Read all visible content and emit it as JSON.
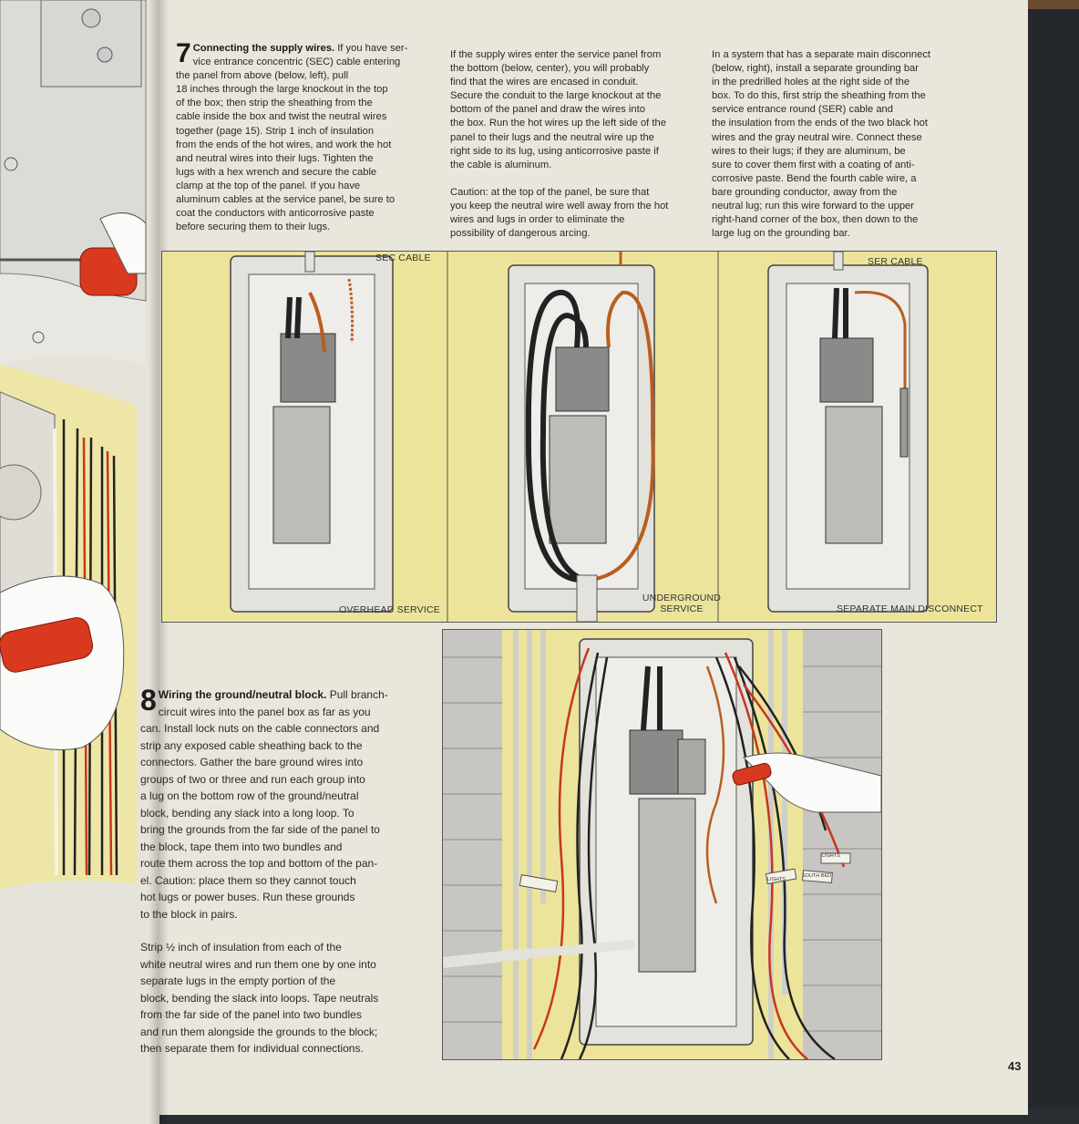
{
  "step7": {
    "number": "7",
    "title": "Connecting the supply wires.",
    "col1": [
      "If you have ser-",
      "vice entrance concentric (SEC) cable entering",
      "the panel from above (below, left), pull",
      "18 inches through the large knockout in the top",
      "of the box; then strip the sheathing from the",
      "cable inside the box and twist the neutral wires",
      "together (page 15). Strip 1 inch of insulation",
      "from the ends of the hot wires, and work the hot",
      "and neutral wires into their lugs. Tighten the",
      "lugs with a hex wrench and secure the cable",
      "clamp at the top of the panel. If you have",
      "aluminum cables at the service panel, be sure to",
      "coat the conductors with anticorrosive paste",
      "before securing them to their lugs."
    ],
    "col2a": [
      "If the supply wires enter the service panel from",
      "the bottom (below, center), you will probably",
      "find that the wires are encased in conduit.",
      "Secure the conduit to the large knockout at the",
      "bottom of the panel and draw the wires into",
      "the box. Run the hot wires up the left side of the",
      "panel to their lugs and the neutral wire up the",
      "right side to its lug, using anticorrosive paste if",
      "the cable is aluminum."
    ],
    "col2b": [
      "Caution: at the top of the panel, be sure that",
      "you keep the neutral wire well away from the hot",
      "wires and lugs in order to eliminate the",
      "possibility of dangerous arcing."
    ],
    "col3": [
      "In a system that has a separate main disconnect",
      "(below, right), install a separate grounding bar",
      "in the predrilled holes at the right side of the",
      "box. To do this, first strip the sheathing from the",
      "service entrance round (SER) cable and",
      "the insulation from the ends of the two black hot",
      "wires and the gray neutral wire. Connect these",
      "wires to their lugs; if they are aluminum, be",
      "sure to cover them first with a coating of anti-",
      "corrosive paste. Bend the fourth cable wire, a",
      "bare grounding conductor, away from the",
      "neutral lug; run this wire forward to the upper",
      "right-hand corner of the box, then down to the",
      "large lug on the grounding bar."
    ]
  },
  "figures": {
    "label_sec_cable": "SEC CABLE",
    "label_ser_cable": "SER CABLE",
    "caption_left": "OVERHEAD SERVICE",
    "caption_center_1": "UNDERGROUND",
    "caption_center_2": "SERVICE",
    "caption_right": "SEPARATE MAIN DISCONNECT",
    "tag_lights_1": "LIGHTS",
    "tag_lights_2": "LIGHTS",
    "tag_south_bed": "SOUTH BED"
  },
  "step8": {
    "number": "8",
    "title": "Wiring the ground/neutral block.",
    "para1": [
      "Pull branch-",
      "circuit wires into the panel box as far as you",
      "can. Install lock nuts on the cable connectors and",
      "strip any exposed cable sheathing back to the",
      "connectors. Gather the bare ground wires into",
      "groups of two or three and run each group into",
      "a lug on the bottom row of the ground/neutral",
      "block, bending any slack into a long loop. To",
      "bring the grounds from the far side of the panel to",
      "the block, tape them into two bundles and",
      "route them across the top and bottom of the pan-",
      "el. Caution: place them so they cannot touch",
      "hot lugs or power buses. Run these grounds",
      "to the block in pairs."
    ],
    "para2": [
      "Strip ½ inch of insulation from each of the",
      "white neutral wires and run them one by one into",
      "separate lugs in the empty portion of the",
      "block, bending the slack into loops. Tape neutrals",
      "from the far side of the panel into two bundles",
      "and run them alongside the grounds to the block;",
      "then separate them for individual connections."
    ]
  },
  "page_number": "43",
  "colors": {
    "wall": "#ece49b",
    "wire_red": "#c8361e",
    "wire_copper": "#b85e1f",
    "handle_red": "#d8391f"
  }
}
